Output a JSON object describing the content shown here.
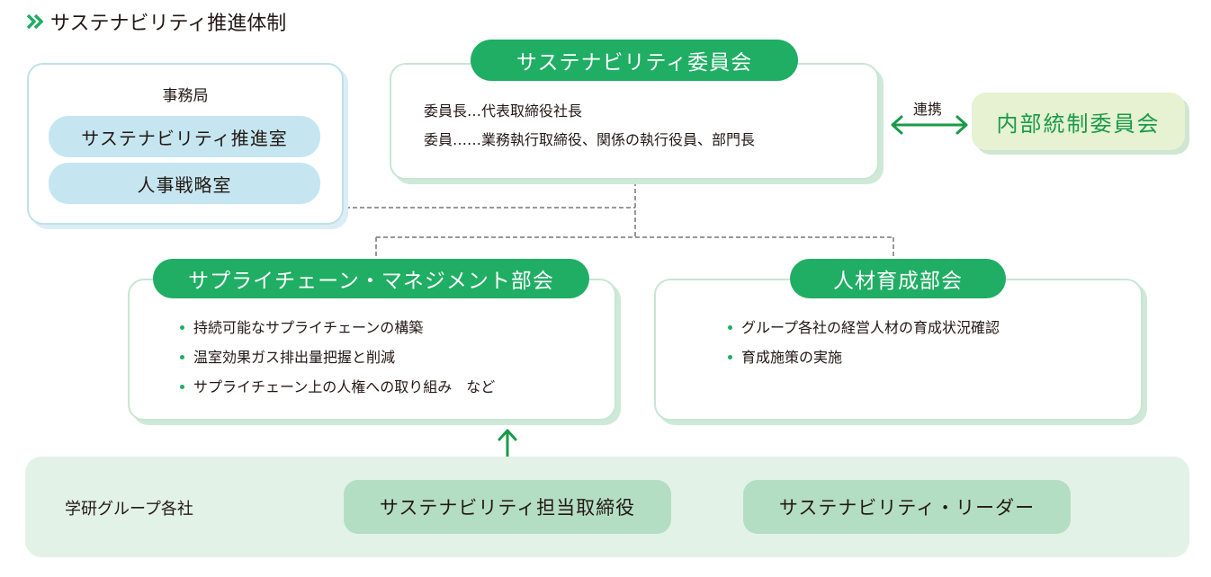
{
  "title": {
    "icon": "double-chevron-right-icon",
    "text": "サステナビリティ推進体制",
    "accent_color": "#1fae63"
  },
  "secretariat": {
    "label": "事務局",
    "units": [
      "サステナビリティ推進室",
      "人事戦略室"
    ],
    "unit_color": "#c5e6f0"
  },
  "committee": {
    "name": "サステナビリティ委員会",
    "members": [
      "委員長…代表取締役社長",
      "委員……業務執行取締役、関係の執行役員、部門長"
    ]
  },
  "link": {
    "label": "連携",
    "icon": "double-arrow-horizontal-icon"
  },
  "internal_control": {
    "name": "内部統制委員会",
    "bg_color": "#e6f2d1",
    "text_color": "#1a9a4a"
  },
  "subcommittees": [
    {
      "name": "サプライチェーン・マネジメント部会",
      "items": [
        "持続可能なサプライチェーンの構築",
        "温室効果ガス排出量把握と削減",
        "サプライチェーン上の人権への取り組み　など"
      ]
    },
    {
      "name": "人材育成部会",
      "items": [
        "グループ各社の経営人材の育成状況確認",
        "育成施策の実施"
      ]
    }
  ],
  "group": {
    "label": "学研グループ各社",
    "roles": [
      "サステナビリティ担当取締役",
      "サステナビリティ・リーダー"
    ],
    "band_color": "#e3f2e6",
    "role_color": "#b4dec4"
  }
}
